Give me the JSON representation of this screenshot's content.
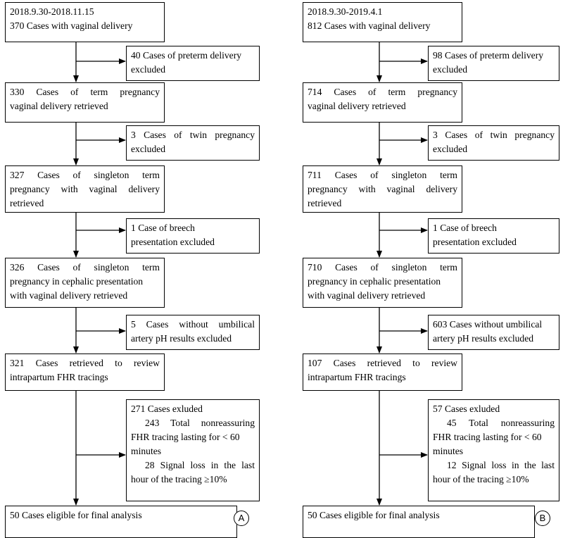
{
  "panels": [
    {
      "id": "A",
      "label": "A",
      "main_steps": [
        {
          "lines": [
            "2018.9.30-2018.11.15",
            "370 Cases with vaginal delivery"
          ]
        },
        {
          "lines": [
            "330  Cases  of  term  pregnancy",
            "vaginal delivery retrieved"
          ]
        },
        {
          "lines": [
            "327  Cases  of  singleton  term",
            "pregnancy  with  vaginal  delivery",
            "retrieved"
          ]
        },
        {
          "lines": [
            "326  Cases  of  singleton  term",
            "pregnancy in cephalic presentation",
            "with vaginal delivery retrieved"
          ]
        },
        {
          "lines": [
            "321  Cases  retrieved  to  review",
            "intrapartum FHR tracings"
          ]
        },
        {
          "lines": [
            "50 Cases eligible for final analysis"
          ]
        }
      ],
      "exclusions": [
        {
          "lines": [
            "40 Cases of preterm delivery",
            "excluded"
          ]
        },
        {
          "lines": [
            "3  Cases  of  twin  pregnancy",
            "excluded"
          ]
        },
        {
          "lines": [
            "1 Case of breech",
            "presentation excluded"
          ]
        },
        {
          "lines": [
            "5  Cases  without  umbilical",
            "artery pH results excluded"
          ]
        },
        {
          "lines": [
            "271 Cases exluded",
            "    243  Total  nonreassuring",
            "FHR tracing lasting for < 60",
            "minutes",
            "    28  Signal loss in the last",
            "hour of the tracing ≥10%"
          ]
        }
      ]
    },
    {
      "id": "B",
      "label": "B",
      "main_steps": [
        {
          "lines": [
            "2018.9.30-2019.4.1",
            "812 Cases with vaginal delivery"
          ]
        },
        {
          "lines": [
            "714  Cases  of  term  pregnancy",
            "vaginal delivery retrieved"
          ]
        },
        {
          "lines": [
            "711  Cases  of  singleton  term",
            "pregnancy  with  vaginal  delivery",
            "retrieved"
          ]
        },
        {
          "lines": [
            "710  Cases  of  singleton  term",
            "pregnancy in cephalic presentation",
            "with vaginal delivery retrieved"
          ]
        },
        {
          "lines": [
            "107  Cases  retrieved  to  review",
            "intrapartum FHR tracings"
          ]
        },
        {
          "lines": [
            "50 Cases eligible for final analysis"
          ]
        }
      ],
      "exclusions": [
        {
          "lines": [
            "98 Cases of preterm delivery",
            "excluded"
          ]
        },
        {
          "lines": [
            "3  Cases  of  twin  pregnancy",
            "excluded"
          ]
        },
        {
          "lines": [
            "1 Case of breech",
            "presentation excluded"
          ]
        },
        {
          "lines": [
            "603 Cases without umbilical",
            "artery pH results excluded"
          ]
        },
        {
          "lines": [
            "57 Cases exluded",
            "    45  Total  nonreassuring",
            "FHR tracing lasting for < 60",
            "minutes",
            "    12  Signal loss in the last",
            "hour of the tracing ≥10%"
          ]
        }
      ]
    }
  ]
}
